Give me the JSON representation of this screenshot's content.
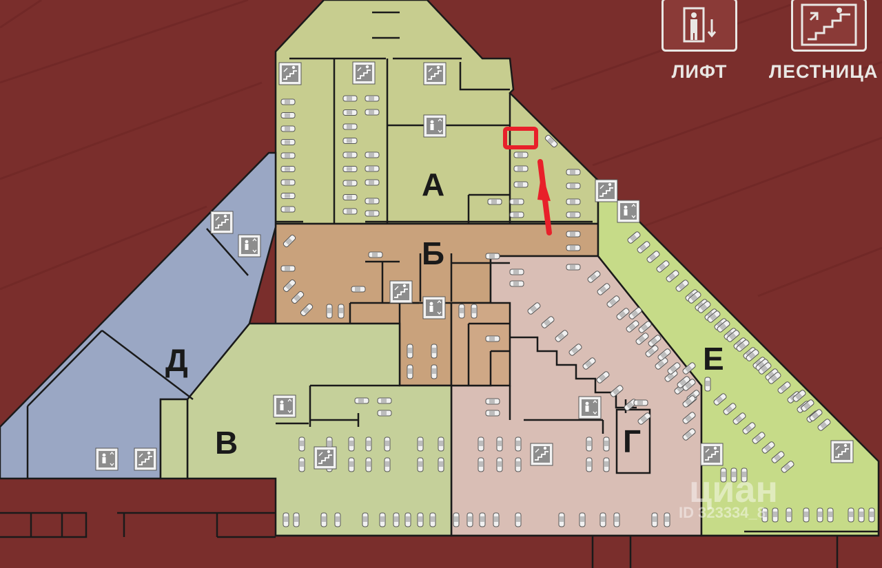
{
  "legend": {
    "lift": {
      "label": "ЛИФТ",
      "icon": "elevator-icon"
    },
    "stairs": {
      "label": "ЛЕСТНИЦА",
      "icon": "stairs-icon"
    }
  },
  "zones": [
    {
      "id": "zone-a",
      "label": "А",
      "color": "#c7cd8f"
    },
    {
      "id": "zone-b",
      "label": "Б",
      "color": "#c9a27c"
    },
    {
      "id": "zone-v",
      "label": "В",
      "color": "#c5d09a"
    },
    {
      "id": "zone-g",
      "label": "Г",
      "color": "#d9beb5"
    },
    {
      "id": "zone-d",
      "label": "Д",
      "color": "#9aa7c4"
    },
    {
      "id": "zone-e",
      "label": "Е",
      "color": "#c6db88"
    }
  ],
  "watermark": {
    "brand": "циан",
    "id_text": "ID 323334_8"
  },
  "marker": {
    "color": "#e8202a",
    "meaning": "parking-spot-highlight"
  },
  "colors": {
    "background": "#7a2e2c",
    "walls": "#1a1a1a",
    "icon_bg": "#9c9c9c"
  }
}
